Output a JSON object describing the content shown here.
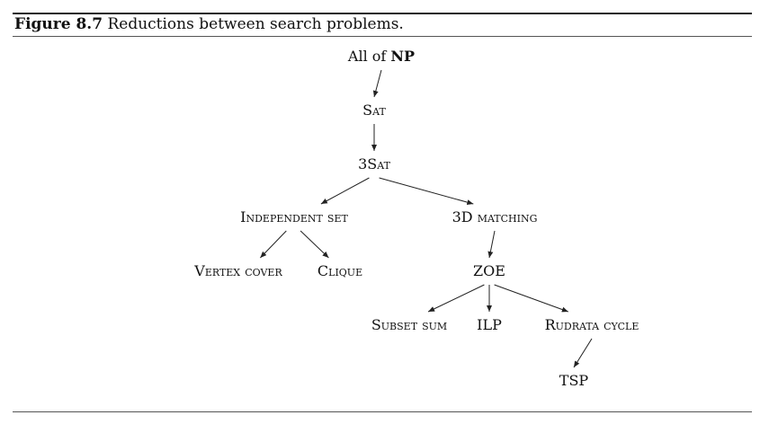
{
  "caption": {
    "figure_label": "Figure 8.7",
    "title": "Reductions between search problems."
  },
  "nodes": {
    "np_prefix": "All of ",
    "np": "NP",
    "sat": "Sat",
    "3sat": "3Sat",
    "independent_set": "Independent set",
    "3d_matching": "3D matching",
    "vertex_cover": "Vertex cover",
    "clique": "Clique",
    "zoe": "ZOE",
    "subset_sum": "Subset sum",
    "ilp": "ILP",
    "rudrata_cycle": "Rudrata cycle",
    "tsp": "TSP"
  },
  "edges": [
    [
      "np",
      "sat"
    ],
    [
      "sat",
      "3sat"
    ],
    [
      "3sat",
      "independent_set"
    ],
    [
      "3sat",
      "3d_matching"
    ],
    [
      "independent_set",
      "vertex_cover"
    ],
    [
      "independent_set",
      "clique"
    ],
    [
      "3d_matching",
      "zoe"
    ],
    [
      "zoe",
      "subset_sum"
    ],
    [
      "zoe",
      "ilp"
    ],
    [
      "zoe",
      "rudrata_cycle"
    ],
    [
      "rudrata_cycle",
      "tsp"
    ]
  ]
}
